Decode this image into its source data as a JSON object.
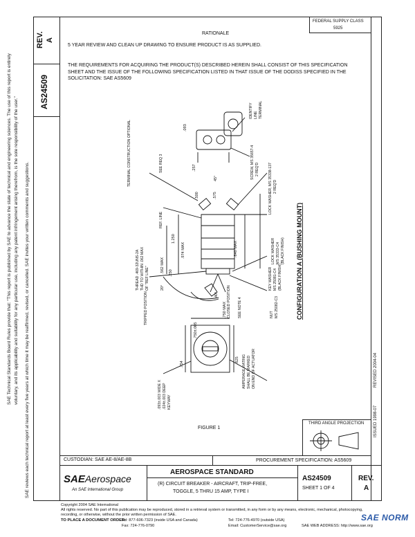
{
  "side_notes": {
    "line1": "SAE Technical Standards Board Rules provide that: \"This report is published by SAE to advance the state of technical and engineering sciences. The use of this report is entirely",
    "line2": "voluntary, and its applicability and suitability for any particular use, including any patent infringement arising therefrom, is the sole responsibility of the user.\"",
    "line3": "SAE reviews each technical report at least every five years at which time it may be reaffirmed, revised, or cancelled. SAE invites your written comments and suggestions."
  },
  "left_column": {
    "rev_label": "REV.",
    "rev_value": "A",
    "doc_number": "AS24509",
    "issued": "ISSUED 1998-07",
    "revised": "REVISED 2004-04"
  },
  "header": {
    "fed_code_line1": "FEDERAL SUPPLY CLASS",
    "fed_code_line2": "5925",
    "rationale_title": "RATIONALE",
    "rationale_text": "5 YEAR REVIEW AND CLEAN UP DRAWING TO ENSURE PRODUCT IS AS SUPPLIED.",
    "requirements_text": "THE REQUIREMENTS FOR ACQUIRING THE PRODUCT(S) DESCRIBED HEREIN SHALL CONSIST OF THIS SPECIFICATION SHEET AND THE ISSUE OF THE FOLLOWING SPECIFICATION LISTED IN THAT ISSUE OF THE DODISS SPECIFIED IN THE SOLICITATION: SAE AS5609"
  },
  "drawing": {
    "configuration_title": "CONFIGURATION  A  (BUSHING MOUNT)",
    "figure_label": "FIGURE 1",
    "third_angle": "THIRD ANGLE PROJECTION",
    "callouts": {
      "identify": "IDENTIFY",
      "line": "LINE",
      "terminal": "TERMINAL",
      "screw": "SCREW, MS 35657-4",
      "screw2": "2 REQ'D",
      "lockwasher": "LOCK WASHER, MS 35338-137",
      "lockwasher2": "2 REQ'D",
      "terminal_construction": "TERMINAL CONSTRUCTION OPTIONAL",
      "see_reg": "SEE REQ 3",
      "ref_line": "REF. LINE",
      "thread": "THREAD .469-32UNS-2A",
      "thread2": "THD TO WITHIN .062 MAX",
      "thread3": "OF \"REF LINE\"",
      "tripped_position": "TRIPPED POSITION",
      "closed_position": "CLOSED POSITION",
      "see_note_4": "SEE NOTE 4",
      "lock_washer_mk": "LOCK WASHER",
      "lock_washer_mk2": "MS 35333-C4",
      "lock_washer_mk3": "(BLACK FINISH)",
      "key_washer": "KEY WASHER",
      "key_washer2": "MS 25081-C4",
      "key_washer3": "(BLACK FINISH)",
      "nut": "NUT",
      "nut2": "MS 25082-C3",
      "amperage": "AMPERAGE RATING",
      "amperage2": "SHALL BE MARKED",
      "amperage3": "ON END OF ACTUATOR",
      "keyway": ".093±.003 WIDE X",
      "keyway2": ".024±.003 DEEP",
      "keyway3": "KEYWAY",
      "dims": [
        ".093",
        ".257",
        ".500",
        ".575",
        "1.250",
        ".974 MAX",
        ".562 MAX",
        ".250",
        ".640 MAX",
        ".750",
        ".750±.005",
        ".754",
        ".625",
        "45°",
        "45°",
        "40°",
        "20°",
        ".265"
      ]
    }
  },
  "footer": {
    "custodian": "CUSTODIAN: SAE AE-8/AE-8B",
    "procurement": "PROCUREMENT SPECIFICATION: AS5609",
    "logo_main": "SAE",
    "logo_sub": "Aerospace",
    "logo_tag": "An SAE International Group",
    "standard_title": "AEROSPACE STANDARD",
    "description_line1": "(R) CIRCUIT BREAKER - AIRCRAFT, TRIP-FREE,",
    "description_line2": "TOGGLE, 5 THRU 15 AMP, TYPE I",
    "doc_number": "AS24509",
    "sheet": "SHEET 1 OF 4",
    "rev_label": "REV.",
    "rev_value": "A"
  },
  "copyright": {
    "line1": "Copyright  2004 SAE International",
    "line2": "All rights reserved. No part of this publication may be reproduced, stored in a retrieval system or transmitted, in any form or by any means, electronic, mechanical, photocopying,",
    "line3": "recording, or otherwise, without the prior written permission of SAE.",
    "order_label": "TO PLACE A DOCUMENT ORDER:",
    "tel1": "Tel: 877-606-7323 (inside USA and Canada)",
    "tel2": "Tel: 724-776-4970 (outside USA)",
    "fax": "Fax: 724-776-0790",
    "email": "Email: CustomerService@sae.org",
    "web": "SAE WEB ADDRESS: http://www.sae.org"
  },
  "watermark": "SAE NORM",
  "colors": {
    "ink": "#111111",
    "watermark": "#2b5aa8"
  }
}
